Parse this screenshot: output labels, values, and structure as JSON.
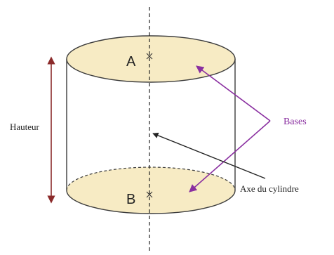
{
  "diagram": {
    "point_a": "A",
    "point_b": "B",
    "height_label": "Hauteur",
    "bases_label": "Bases",
    "axis_label": "Axe du cylindre"
  },
  "colors": {
    "base_fill": "#f7ebc4",
    "outline": "#3c3c3c",
    "height_arrow": "#8b2a2a",
    "bases_arrows": "#8a2fa0",
    "axis_line": "#222222",
    "text": "#222222"
  }
}
